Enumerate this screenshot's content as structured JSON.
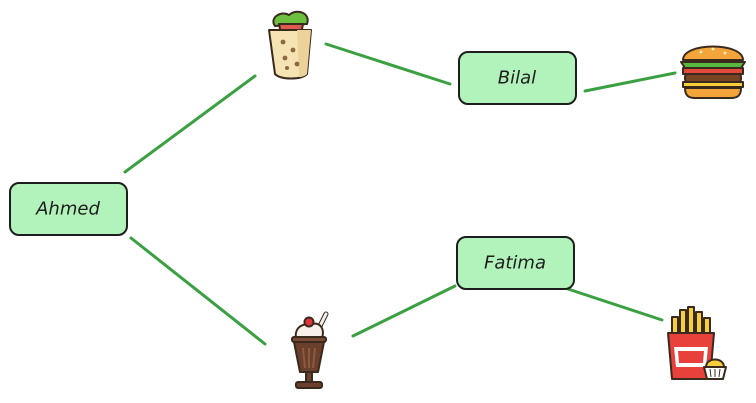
{
  "colors": {
    "edge": "#3aa041",
    "node_fill": "#b2f2bb",
    "node_stroke": "#1e1e1e"
  },
  "nodes": {
    "ahmed": "Ahmed",
    "bilal": "Bilal",
    "fatima": "Fatima"
  },
  "icons": {
    "wrap": "wrap-icon",
    "burger": "burger-icon",
    "milkshake": "milkshake-icon",
    "fries": "fries-icon"
  }
}
